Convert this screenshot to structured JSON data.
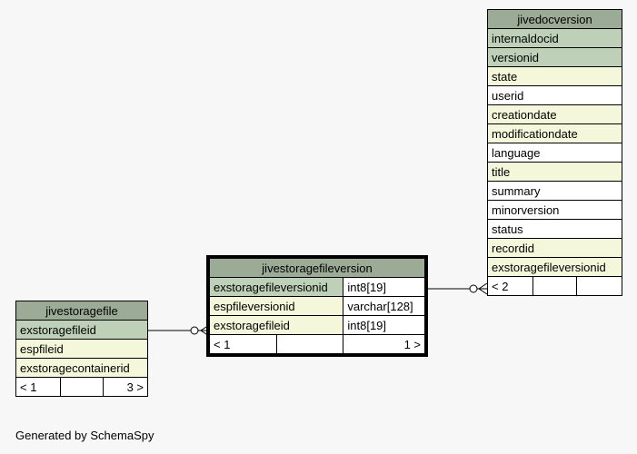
{
  "tables": {
    "jivedocversion": {
      "name": "jivedocversion",
      "columns": [
        {
          "name": "internaldocid",
          "kind": "pk"
        },
        {
          "name": "versionid",
          "kind": "pk"
        },
        {
          "name": "state",
          "kind": "fk"
        },
        {
          "name": "userid",
          "kind": "plain"
        },
        {
          "name": "creationdate",
          "kind": "fk"
        },
        {
          "name": "modificationdate",
          "kind": "fk"
        },
        {
          "name": "language",
          "kind": "plain"
        },
        {
          "name": "title",
          "kind": "fk"
        },
        {
          "name": "summary",
          "kind": "plain"
        },
        {
          "name": "minorversion",
          "kind": "plain"
        },
        {
          "name": "status",
          "kind": "plain"
        },
        {
          "name": "recordid",
          "kind": "fk"
        },
        {
          "name": "exstoragefileversionid",
          "kind": "fk"
        }
      ],
      "footer_left": "< 2",
      "footer_mid": "",
      "footer_right": ""
    },
    "jivestoragefileversion": {
      "name": "jivestoragefileversion",
      "columns": [
        {
          "name": "exstoragefileversionid",
          "type": "int8[19]",
          "kind": "pk"
        },
        {
          "name": "espfileversionid",
          "type": "varchar[128]",
          "kind": "fk"
        },
        {
          "name": "exstoragefileid",
          "type": "int8[19]",
          "kind": "fk"
        }
      ],
      "footer_left": "< 1",
      "footer_mid": "",
      "footer_right": "1 >"
    },
    "jivestoragefile": {
      "name": "jivestoragefile",
      "columns": [
        {
          "name": "exstoragefileid",
          "kind": "pk"
        },
        {
          "name": "espfileid",
          "kind": "fk"
        },
        {
          "name": "exstoragecontainerid",
          "kind": "fk"
        }
      ],
      "footer_left": "< 1",
      "footer_mid": "",
      "footer_right": "3 >"
    }
  },
  "colors": {
    "header": "#9bab96",
    "primary_key": "#bed1b8",
    "foreign_key": "#f4f7da",
    "plain": "#ffffff"
  },
  "footer_text": "Generated by SchemaSpy"
}
